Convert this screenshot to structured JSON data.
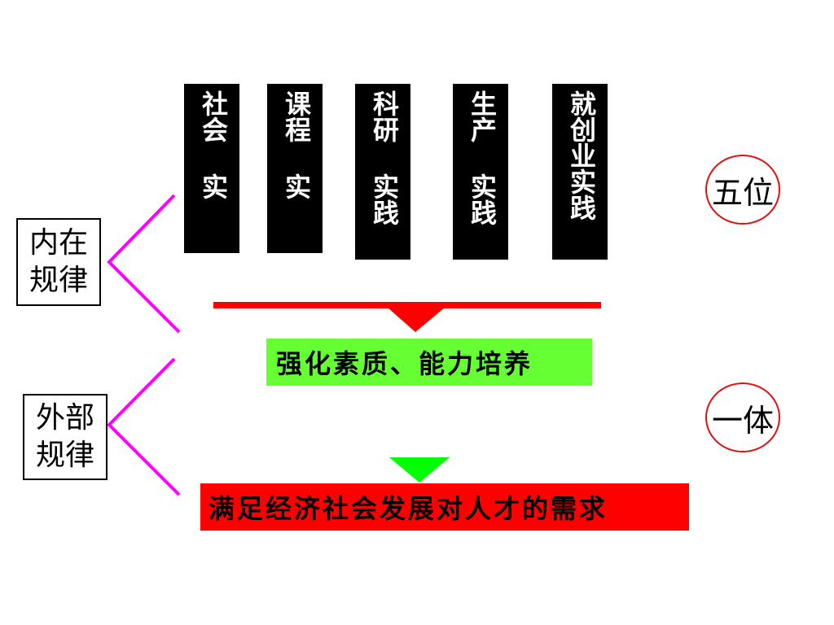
{
  "practices": [
    {
      "label": "社会 实"
    },
    {
      "label": "课程 实"
    },
    {
      "label": "科研 实践"
    },
    {
      "label": "生产 实践"
    },
    {
      "label": "就创业实践"
    }
  ],
  "left_labels": {
    "inner": "内在规律",
    "outer": "外部规律"
  },
  "right_labels": {
    "top": "五位",
    "bottom": "一体"
  },
  "middle_box": "强化素质、能力培养",
  "bottom_box": "满足经济社会发展对人才的需求",
  "colors": {
    "bar_black": "#000000",
    "arrow_red": "#ff0000",
    "arrow_green": "#00ff00",
    "bracket_magenta": "#ff00ff",
    "green_box": "#66ff33",
    "red_box": "#ff0000",
    "circle_border": "#e01010"
  }
}
